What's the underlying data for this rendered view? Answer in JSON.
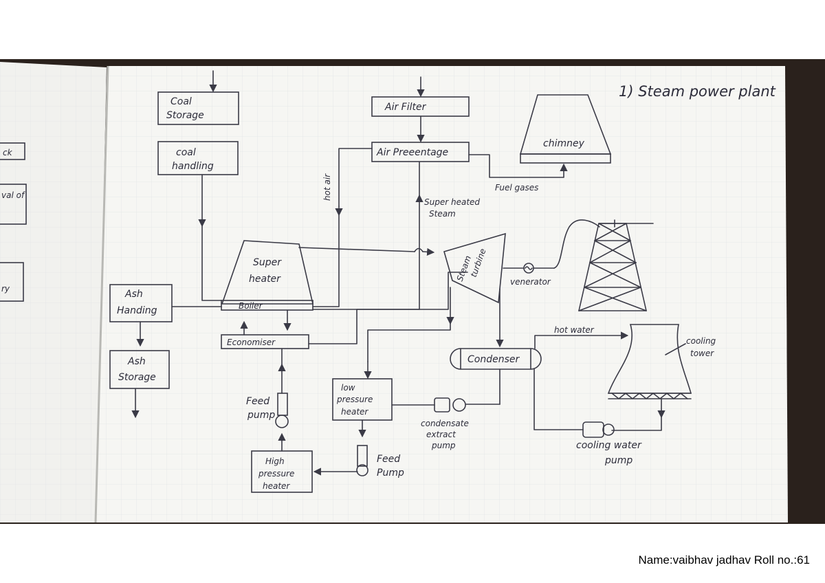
{
  "title": "1) Steam power plant",
  "footer": "Name:vaibhav jadhav Roll no.:61",
  "left_page": {
    "fragments": [
      "ck",
      "val of",
      "ry"
    ]
  },
  "nodes": {
    "coal_storage": [
      "Coal",
      "Storage"
    ],
    "coal_handling": [
      "coal",
      "handling"
    ],
    "air_filter": [
      "Air Filter"
    ],
    "air_preheater": [
      "Air Preeentage"
    ],
    "chimney": [
      "chimney"
    ],
    "super_heater": [
      "Super",
      "heater"
    ],
    "boiler": [
      "Boiler"
    ],
    "economiser": [
      "Economiser"
    ],
    "ash_handling": [
      "Ash",
      "Handing"
    ],
    "ash_storage": [
      "Ash",
      "Storage"
    ],
    "steam_turbine": [
      "Steam",
      "turbine"
    ],
    "generator": [
      "venerator"
    ],
    "condenser": [
      "Condenser"
    ],
    "cooling_tower": [
      "cooling",
      "tower"
    ],
    "cooling_water_pump": [
      "cooling water",
      "pump"
    ],
    "lp_heater": [
      "low",
      "pressure",
      "heater"
    ],
    "condensate_pump": [
      "condensate",
      "extract",
      "pump"
    ],
    "feed_pump_left": [
      "Feed",
      "pump"
    ],
    "feed_pump_right": [
      "Feed",
      "Pump"
    ],
    "hp_heater": [
      "High",
      "pressure",
      "heater"
    ]
  },
  "edge_labels": {
    "hot_air": "hot air",
    "fuel_gases": "Fuel gases",
    "superheated_steam": [
      "Super heated",
      "Steam"
    ],
    "hot_water": "hot water"
  },
  "colors": {
    "ink": "#3a3a46",
    "paper": "#f6f6f3",
    "grid": "#e2e5e6",
    "background": "#2a211c"
  }
}
